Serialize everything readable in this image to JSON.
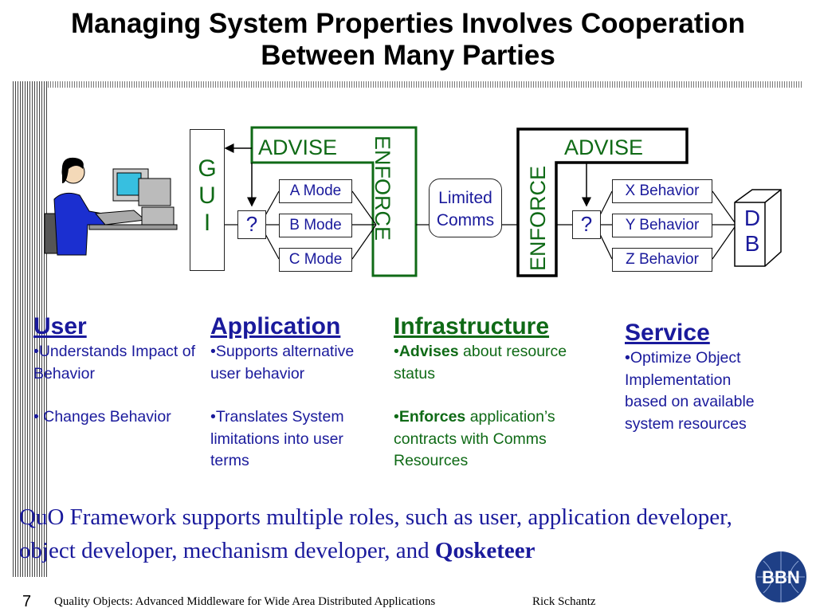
{
  "slide": {
    "title_line1": "Managing System Properties Involves Cooperation",
    "title_line2": "Between Many Parties"
  },
  "diagram": {
    "gui_letters": [
      "G",
      "U",
      "I"
    ],
    "advise_left": "ADVISE",
    "enforce_left": "ENFORCE",
    "advise_right": "ADVISE",
    "enforce_right": "ENFORCE",
    "question_mark": "?",
    "modes": [
      "A Mode",
      "B Mode",
      "C Mode"
    ],
    "limited_comms_line1": "Limited",
    "limited_comms_line2": "Comms",
    "behaviors": [
      "X Behavior",
      "Y Behavior",
      "Z Behavior"
    ],
    "db_letters": [
      "D",
      "B"
    ]
  },
  "roles": {
    "user": {
      "heading": "User",
      "items": [
        "•Understands Impact of Behavior",
        "• Changes Behavior"
      ]
    },
    "application": {
      "heading": "Application",
      "items": [
        "•Supports alternative user behavior",
        "•Translates System limitations into user terms"
      ]
    },
    "infrastructure": {
      "heading": "Infrastructure",
      "item1_bold": "Advises",
      "item1_rest": " about resource status",
      "item2_bold": "Enforces",
      "item2_rest": " application’s contracts with Comms Resources"
    },
    "service": {
      "heading": "Service",
      "items": [
        "•Optimize Object Implementation based  on available system resources"
      ]
    }
  },
  "quote": {
    "text": "QuO Framework supports multiple roles, such as user, application developer, object developer, mechanism developer, and ",
    "bold": "Qosketeer"
  },
  "footer": {
    "page_number": "7",
    "presentation_title": "Quality Objects: Advanced Middleware for Wide Area Distributed Applications",
    "author": "Rick Schantz"
  },
  "logo": {
    "text": "BBN"
  },
  "colors": {
    "navy": "#1a1a9c",
    "green": "#0f6a16",
    "logo_blue": "#1e3f86"
  }
}
